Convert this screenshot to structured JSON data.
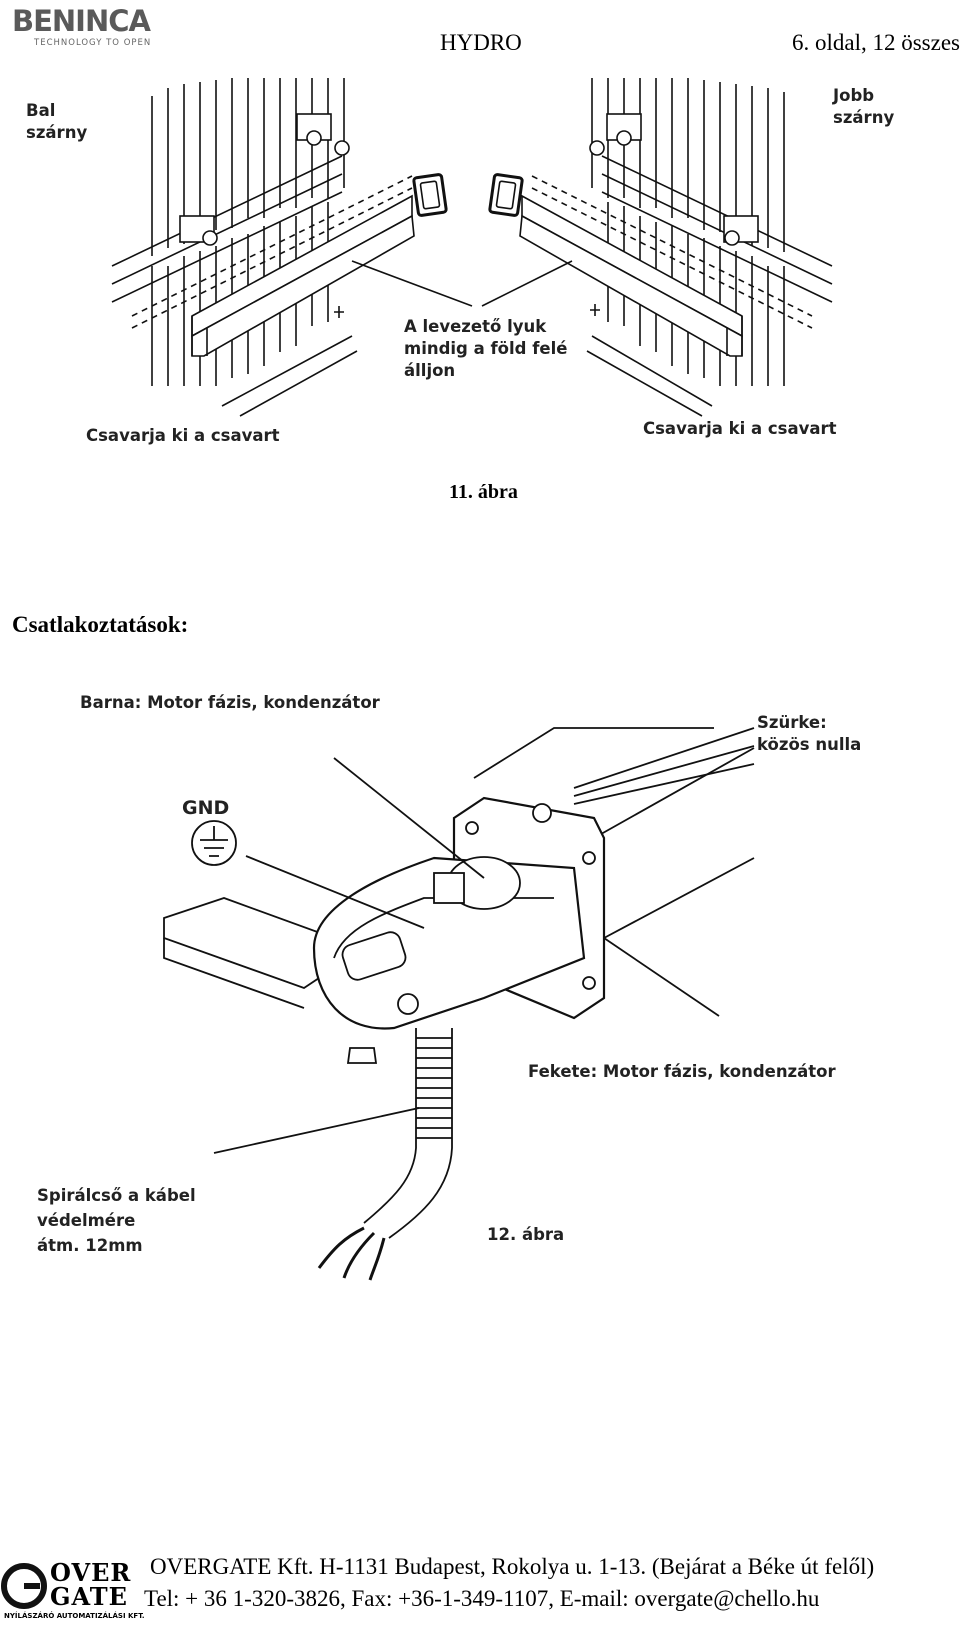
{
  "header": {
    "brand": "BENINCA",
    "brand_tagline": "TECHNOLOGY TO OPEN",
    "doc_title": "HYDRO",
    "page_info": "6. oldal, 12 összes"
  },
  "figure11": {
    "label_left_wing": "Bal\nszárny",
    "label_right_wing": "Jobb\nszárny",
    "label_drain": "A levezető lyuk\nmindig a föld felé\nálljon",
    "label_screw_left": "Csavarja ki a csavart",
    "label_screw_right": "Csavarja ki a csavart",
    "caption": "11. ábra"
  },
  "section": {
    "heading": "Csatlakoztatások:"
  },
  "figure12": {
    "label_brown": "Barna: Motor fázis, kondenzátor",
    "label_grey": "Szürke:\nközös nulla",
    "label_gnd": "GND",
    "label_black": "Fekete: Motor fázis, kondenzátor",
    "label_spiral": "Spirálcső a kábel\nvédelmére\nátm. 12mm",
    "caption": "12. ábra"
  },
  "footer": {
    "logo_word_top": "OVER",
    "logo_word_bottom": "GATE",
    "logo_tagline": "NYÍLÁSZÁRÓ AUTOMATIZÁLÁSI KFT.",
    "line1": "OVERGATE Kft. H-1131 Budapest, Rokolya u. 1-13. (Bejárat a Béke út felől)",
    "line2": "Tel: + 36 1-320-3826, Fax: +36-1-349-1107, E-mail: overgate@chello.hu"
  }
}
